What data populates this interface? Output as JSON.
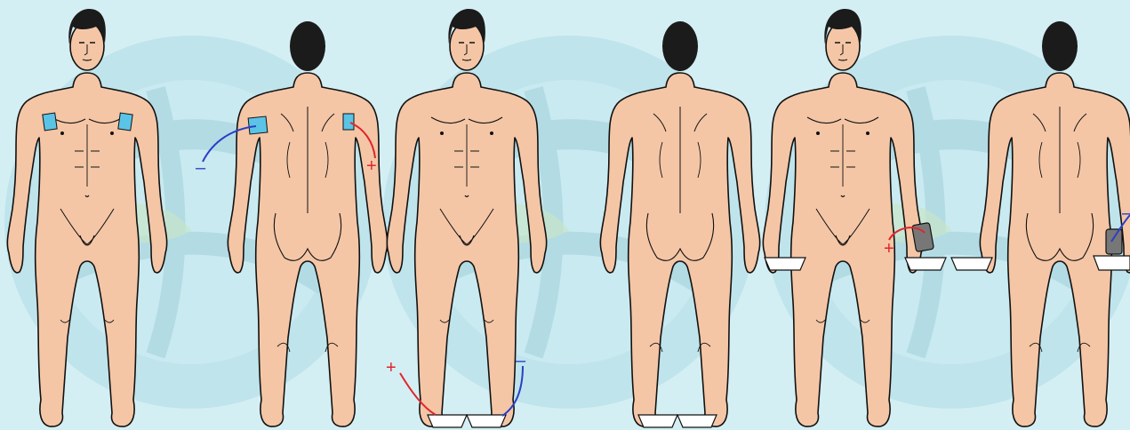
{
  "colors": {
    "background": "#d4eff3",
    "watermark_ring": "#bde4ec",
    "watermark_mid": "#b9dfe6",
    "skin": "#f4c6a6",
    "outline": "#111111",
    "hair": "#1b1b1b",
    "electrode_pad": "#5bc4e6",
    "electrode_dark": "#777777",
    "tray": "#ffffff",
    "positive_wire": "#e0262c",
    "negative_wire": "#2a3fc7"
  },
  "panels": [
    {
      "id": "panel-1",
      "description_icon": "shoulder-pads-icon",
      "positive_label": "+",
      "negative_label": "–"
    },
    {
      "id": "panel-2",
      "description_icon": "foot-bath-icon",
      "positive_label": "+",
      "negative_label": "–"
    },
    {
      "id": "panel-3",
      "description_icon": "hand-bath-icon",
      "positive_label": "+",
      "negative_label": "–"
    }
  ]
}
